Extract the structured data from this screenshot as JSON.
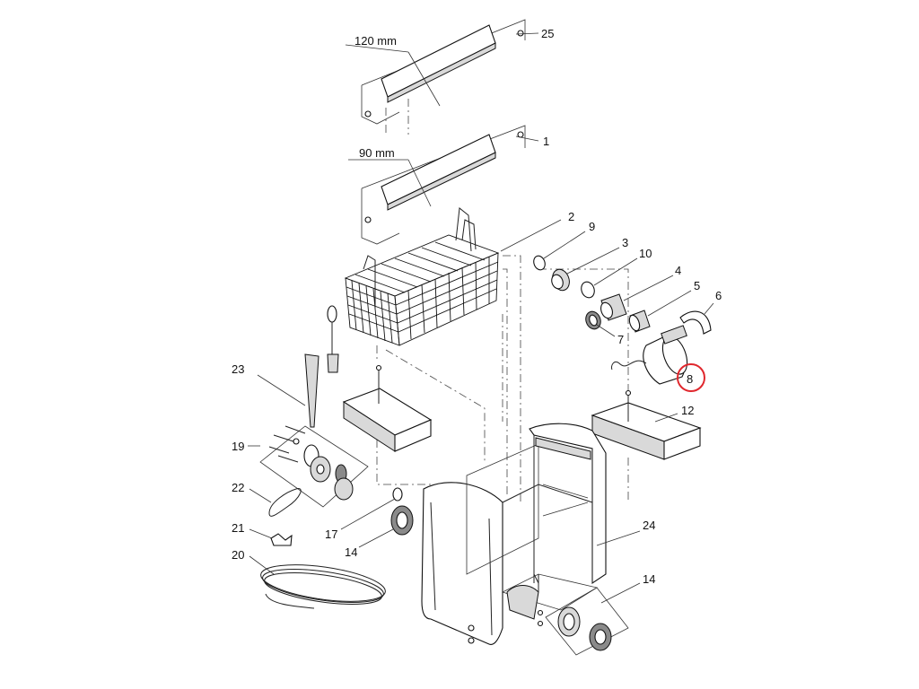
{
  "diagram": {
    "dimensions": {
      "top": "120 mm",
      "middle": "90 mm"
    },
    "callouts": {
      "c1": "1",
      "c2": "2",
      "c3": "3",
      "c4": "4",
      "c5": "5",
      "c6": "6",
      "c7": "7",
      "c8": "8",
      "c9": "9",
      "c10": "10",
      "c12": "12",
      "c14a": "14",
      "c14b": "14",
      "c17": "17",
      "c19": "19",
      "c20": "20",
      "c21": "21",
      "c22": "22",
      "c23": "23",
      "c24": "24",
      "c25": "25"
    },
    "highlighted_callout": "8",
    "highlight_color": "#e0282e"
  }
}
